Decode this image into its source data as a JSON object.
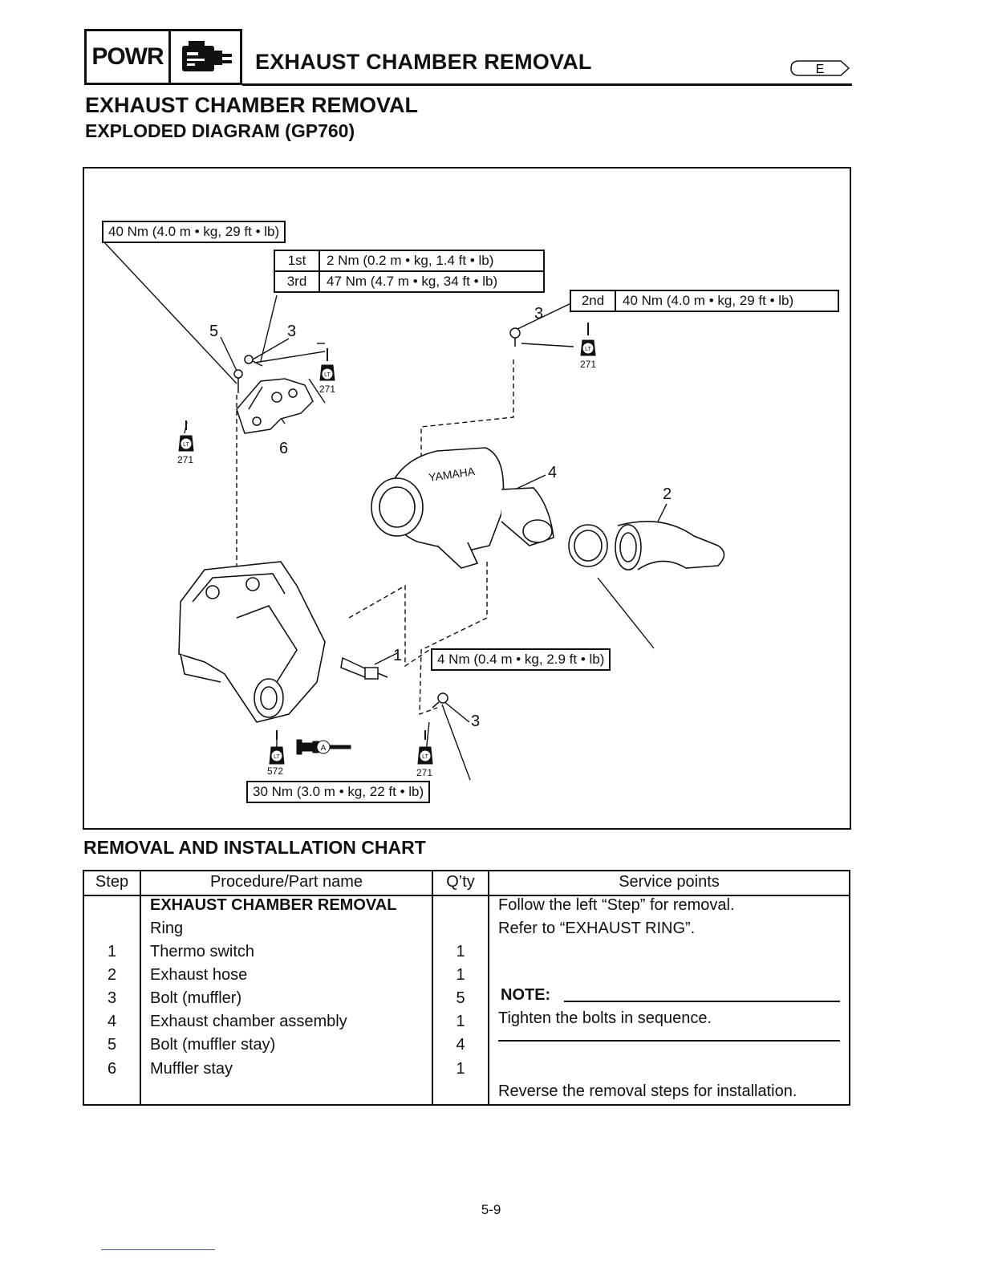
{
  "header": {
    "section_code": "POWR",
    "icon": "engine-icon",
    "title": "EXHAUST CHAMBER REMOVAL",
    "language_badge": "E"
  },
  "main": {
    "heading": "EXHAUST CHAMBER REMOVAL",
    "subheading": "EXPLODED DIAGRAM (GP760)"
  },
  "diagram": {
    "torque_top_left": "40 Nm (4.0 m • kg,  29 ft • lb)",
    "torque_seq": [
      {
        "step": "1st",
        "value": "2 Nm (0.2 m • kg, 1.4 ft • lb)"
      },
      {
        "step": "3rd",
        "value": "47 Nm (4.7 m • kg, 34 ft • lb)"
      }
    ],
    "torque_2nd": {
      "step": "2nd",
      "value": "40 Nm (4.0 m • kg, 29 ft • lb)"
    },
    "torque_mid": "4 Nm (0.4 m • kg, 2.9 ft • lb)",
    "torque_bottom": "30 Nm (3.0 m • kg,  22 ft • lb)",
    "callouts": [
      "5",
      "3",
      "3",
      "6",
      "4",
      "2",
      "1",
      "3"
    ],
    "lt_codes": [
      "271",
      "271",
      "271",
      "572",
      "271"
    ],
    "lt_symbol": "LT",
    "grease_symbol": "A"
  },
  "chart": {
    "heading": "REMOVAL AND INSTALLATION CHART",
    "columns": [
      "Step",
      "Procedure/Part name",
      "Q’ty",
      "Service points"
    ],
    "rows": [
      {
        "step": "",
        "part": "EXHAUST CHAMBER REMOVAL",
        "qty": ""
      },
      {
        "step": "",
        "part": "Ring",
        "qty": ""
      },
      {
        "step": "1",
        "part": "Thermo switch",
        "qty": "1"
      },
      {
        "step": "2",
        "part": "Exhaust hose",
        "qty": "1"
      },
      {
        "step": "3",
        "part": "Bolt (muffler)",
        "qty": "5"
      },
      {
        "step": "4",
        "part": "Exhaust chamber assembly",
        "qty": "1"
      },
      {
        "step": "5",
        "part": "Bolt (muffler stay)",
        "qty": "4"
      },
      {
        "step": "6",
        "part": "Muffler stay",
        "qty": "1"
      }
    ],
    "service_points": {
      "line1": "Follow the left “Step” for removal.",
      "line2": "Refer to “EXHAUST RING”.",
      "note_label": "NOTE:",
      "note_text": "Tighten the bolts in sequence.",
      "final": "Reverse the removal steps for installation."
    }
  },
  "page_number": "5-9"
}
